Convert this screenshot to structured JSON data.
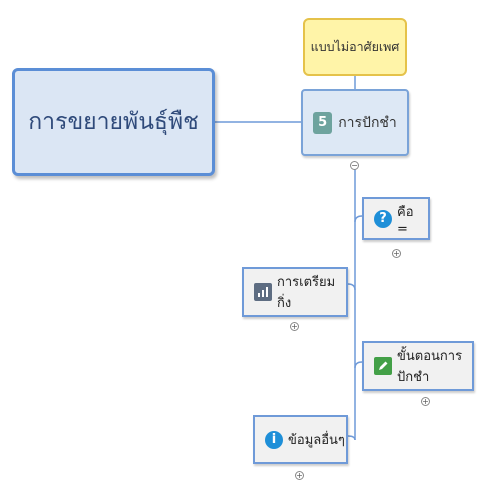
{
  "central_topic": {
    "label": "การขยายพันธุ์พืช"
  },
  "callout": {
    "label": "แบบไม่อาศัยเพศ"
  },
  "main_topic": {
    "badge": "5",
    "label": "การปักชำ"
  },
  "subtopics": [
    {
      "label": "คือ =",
      "icon": "question-icon",
      "color": "#1e8fd8"
    },
    {
      "label": "การเตรียมกิ่ง",
      "icon": "bar-chart-icon",
      "color": "#5e6d82"
    },
    {
      "label": "ขั้นตอนการปักชำ",
      "icon": "pencil-icon",
      "color": "#43a047"
    },
    {
      "label": "ข้อมูลอื่นๆ",
      "icon": "info-icon",
      "color": "#1e8fd8"
    }
  ],
  "collapse_symbol": "−",
  "expand_symbol": "+"
}
